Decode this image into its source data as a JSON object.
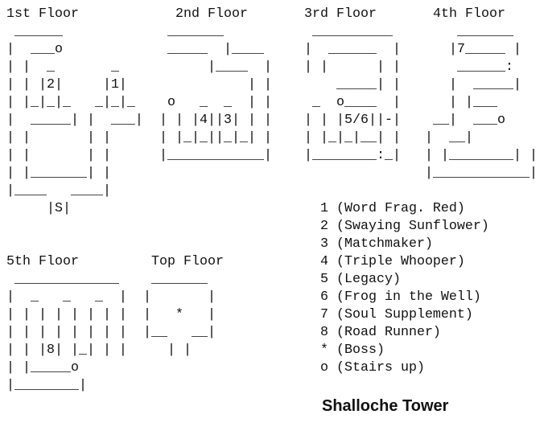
{
  "title": "Shalloche Tower",
  "floors": {
    "f1": {
      "heading": "1st Floor",
      "lines": [
        " ______",
        "|  ___o",
        "| |  _       _",
        "| | |2|     |1|",
        "| |_|_|_   _|_|_",
        "|  _____| |  ___|",
        "| |       | |",
        "| |       | |",
        "| |_______| |",
        "|____   ____|",
        "     |S|"
      ]
    },
    "f2": {
      "heading": "2nd Floor",
      "lines": [
        " _______",
        " _____  |____",
        "      |____  |",
        "           | |",
        " o   _  _  | |",
        "| | |4||3| | |",
        "| |_|_||_|_| |",
        "|____________|"
      ]
    },
    "f3": {
      "heading": "3rd Floor",
      "lines": [
        " __________",
        "|  ______  |",
        "| |      | |",
        "    _____| |",
        " _  o____  |",
        "| | |5/6||-|",
        "| |_|_|__| |",
        "|________:_|"
      ]
    },
    "f4": {
      "heading": "4th Floor",
      "lines": [
        "    _______",
        "   |7_____ |",
        "    ______:",
        "   |  _____|",
        "   | |___",
        " __|  ___o",
        "|  __|",
        "| |________| |",
        "|____________|"
      ]
    },
    "f5": {
      "heading": "5th Floor",
      "lines": [
        " _____________",
        "|  _   _   _  |",
        "| | | | | | | |",
        "| | | | | | | |",
        "| | |8| |_| | |",
        "| |_____o",
        "|________|"
      ]
    },
    "top": {
      "heading": "Top Floor",
      "lines": [
        " _______",
        "|       |",
        "|   *   |",
        "|__   __|",
        "   | |"
      ]
    }
  },
  "legend": [
    "1 (Word Frag. Red)",
    "2 (Swaying Sunflower)",
    "3 (Matchmaker)",
    "4 (Triple Whooper)",
    "5 (Legacy)",
    "6 (Frog in the Well)",
    "7 (Soul Supplement)",
    "8 (Road Runner)",
    "* (Boss)",
    "o (Stairs up)"
  ]
}
